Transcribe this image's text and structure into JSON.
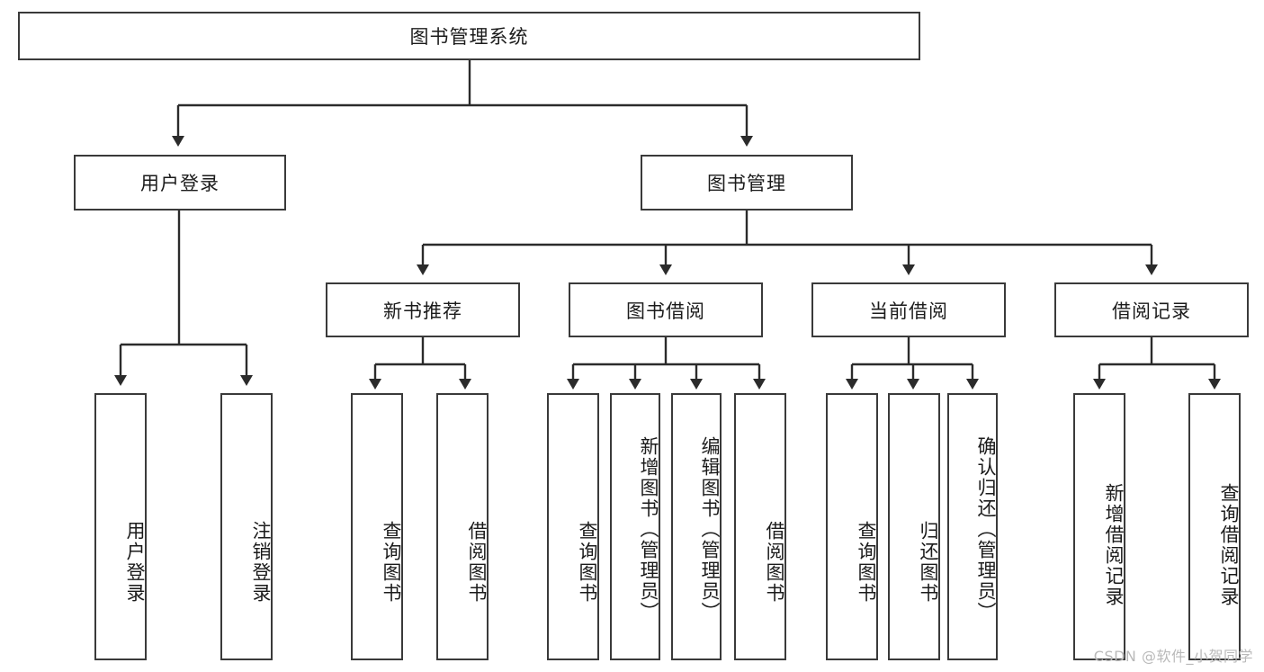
{
  "diagram": {
    "title": "图书管理系统",
    "type": "tree",
    "root": {
      "id": "root",
      "label": "图书管理系统"
    },
    "level2": [
      {
        "id": "user-login",
        "label": "用户登录"
      },
      {
        "id": "book-management",
        "label": "图书管理"
      }
    ],
    "level3": [
      {
        "id": "new-book-recommend",
        "label": "新书推荐",
        "parent": "book-management"
      },
      {
        "id": "book-borrow",
        "label": "图书借阅",
        "parent": "book-management"
      },
      {
        "id": "current-borrow",
        "label": "当前借阅",
        "parent": "book-management"
      },
      {
        "id": "borrow-record",
        "label": "借阅记录",
        "parent": "book-management"
      }
    ],
    "leaves": [
      {
        "id": "leaf-user-login",
        "label": "用户登录",
        "parent": "user-login"
      },
      {
        "id": "leaf-logout-login",
        "label": "注销登录",
        "parent": "user-login"
      },
      {
        "id": "leaf-query-book-1",
        "label": "查询图书",
        "parent": "new-book-recommend"
      },
      {
        "id": "leaf-borrow-book-1",
        "label": "借阅图书",
        "parent": "new-book-recommend"
      },
      {
        "id": "leaf-query-book-2",
        "label": "查询图书",
        "parent": "book-borrow"
      },
      {
        "id": "leaf-add-book",
        "label": "新增图书（管理员）",
        "parent": "book-borrow"
      },
      {
        "id": "leaf-edit-book",
        "label": "编辑图书（管理员）",
        "parent": "book-borrow"
      },
      {
        "id": "leaf-borrow-book-2",
        "label": "借阅图书",
        "parent": "book-borrow"
      },
      {
        "id": "leaf-query-book-3",
        "label": "查询图书",
        "parent": "current-borrow"
      },
      {
        "id": "leaf-return-book",
        "label": "归还图书",
        "parent": "current-borrow"
      },
      {
        "id": "leaf-confirm-return",
        "label": "确认归还（管理员）",
        "parent": "current-borrow"
      },
      {
        "id": "leaf-add-record",
        "label": "新增借阅记录",
        "parent": "borrow-record"
      },
      {
        "id": "leaf-query-record",
        "label": "查询借阅记录",
        "parent": "borrow-record"
      }
    ],
    "colors": {
      "stroke": "#3a3a3a",
      "text": "#1b1b1b",
      "background": "#ffffff",
      "watermark": "#b9b9b9"
    }
  },
  "watermark": {
    "text": "CSDN @软件_小贺同学"
  }
}
